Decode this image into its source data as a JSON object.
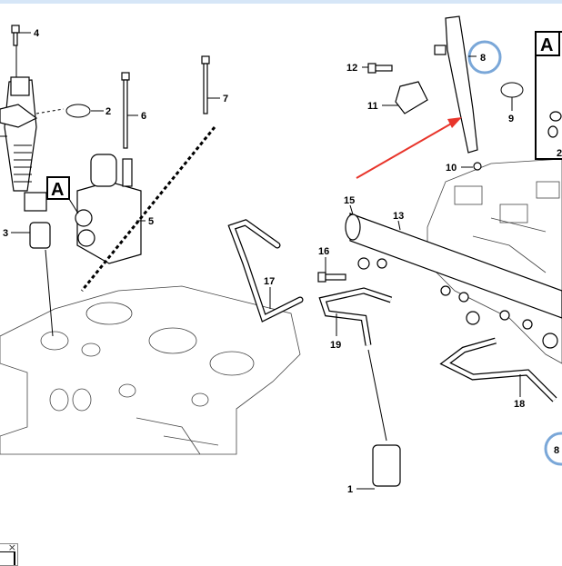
{
  "diagram": {
    "callouts": [
      "1",
      "2",
      "3",
      "4",
      "5",
      "6",
      "7",
      "8",
      "9",
      "10",
      "11",
      "12",
      "13",
      "15",
      "16",
      "17",
      "18",
      "19"
    ],
    "detail_label": "A",
    "inset": {
      "label": "A",
      "callout": "2"
    },
    "highlight_circles": [
      "8",
      "8"
    ],
    "highlight_color": "#7aa7d8",
    "arrow_color": "#e8352b"
  },
  "mini_window": {
    "close_icon": "×"
  }
}
